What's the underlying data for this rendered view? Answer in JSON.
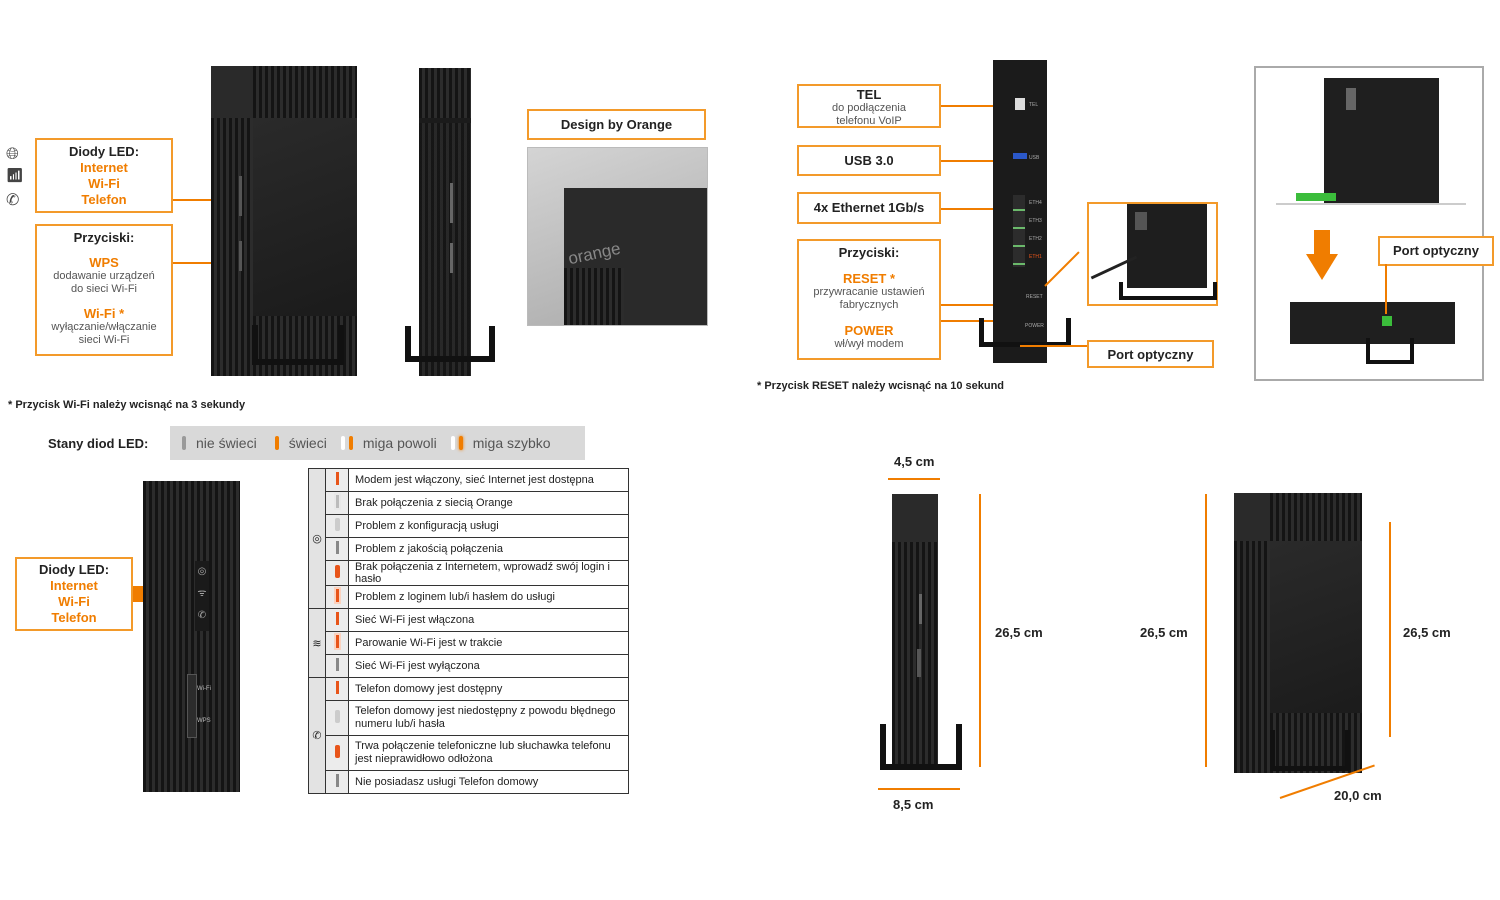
{
  "left_top": {
    "leds_box": {
      "title": "Diody LED:",
      "items": [
        "Internet",
        "Wi-Fi",
        "Telefon"
      ]
    },
    "buttons_box": {
      "title": "Przyciski:",
      "wps_label": "WPS",
      "wps_desc_1": "dodawanie urządzeń",
      "wps_desc_2": "do sieci Wi-Fi",
      "wifi_label": "Wi-Fi *",
      "wifi_desc_1": "wyłączanie/włączanie",
      "wifi_desc_2": "sieci Wi-Fi"
    },
    "design_label": "Design by Orange",
    "brand": "orange",
    "note": "* Przycisk Wi-Fi należy wcisnąć na 3 sekundy"
  },
  "legend": {
    "title": "Stany diod LED:",
    "states": [
      "nie świeci",
      "świeci",
      "miga powoli",
      "miga szybko"
    ]
  },
  "left_bottom": {
    "leds_box": {
      "title": "Diody LED:",
      "items": [
        "Internet",
        "Wi-Fi",
        "Telefon"
      ]
    },
    "device_labels": [
      "Wi-Fi",
      "WPS"
    ]
  },
  "status_table": {
    "internet": [
      {
        "state": "on",
        "text": "Modem jest włączony, sieć Internet jest dostępna"
      },
      {
        "state": "fast-off",
        "text": "Brak połączenia z siecią Orange"
      },
      {
        "state": "slow-off",
        "text": "Problem z konfiguracją usługi"
      },
      {
        "state": "off",
        "text": "Problem z jakością połączenia"
      },
      {
        "state": "slow",
        "text": "Brak połączenia z Internetem, wprowadź swój login i hasło"
      },
      {
        "state": "fast",
        "text": "Problem z loginem lub/i hasłem do usługi"
      }
    ],
    "wifi": [
      {
        "state": "on",
        "text": "Sieć Wi-Fi jest włączona"
      },
      {
        "state": "fast",
        "text": "Parowanie Wi-Fi jest w trakcie"
      },
      {
        "state": "off",
        "text": "Sieć Wi-Fi jest wyłączona"
      }
    ],
    "phone": [
      {
        "state": "on",
        "text": "Telefon domowy jest dostępny"
      },
      {
        "state": "slow-off",
        "text": "Telefon domowy jest niedostępny z powodu błędnego numeru lub/i hasła"
      },
      {
        "state": "slow",
        "text": "Trwa połączenie telefoniczne lub słuchawka telefonu jest nieprawidłowo odłożona"
      },
      {
        "state": "off",
        "text": "Nie posiadasz usługi Telefon domowy"
      }
    ]
  },
  "right_top": {
    "tel": {
      "title": "TEL",
      "desc_1": "do podłączenia",
      "desc_2": "telefonu VoIP"
    },
    "usb": "USB 3.0",
    "ethernet": "4x Ethernet 1Gb/s",
    "buttons": {
      "title": "Przyciski:",
      "reset_label": "RESET *",
      "reset_desc_1": "przywracanie ustawień",
      "reset_desc_2": "fabrycznych",
      "power_label": "POWER",
      "power_desc": "wł/wył modem"
    },
    "port_label_1": "Port optyczny",
    "port_label_2": "Port optyczny",
    "port_texts": [
      "TEL",
      "USB",
      "ETH4",
      "ETH3",
      "ETH2",
      "ETH1",
      "RESET",
      "POWER"
    ],
    "note": "* Przycisk RESET należy wcisnąć na 10 sekund"
  },
  "dimensions": {
    "width_top": "4,5 cm",
    "width_bottom": "8,5 cm",
    "height_1": "26,5 cm",
    "height_2": "26,5 cm",
    "height_3": "26,5 cm",
    "depth": "20,0 cm"
  },
  "colors": {
    "accent": "#f07d00",
    "box_border": "#f39a2a",
    "device": "#1b1b1b",
    "legend_bg": "#d9d9d9"
  },
  "icons": [
    "globe-icon",
    "wifi-icon",
    "phone-icon",
    "arrow-right-icon",
    "arrow-down-icon"
  ]
}
